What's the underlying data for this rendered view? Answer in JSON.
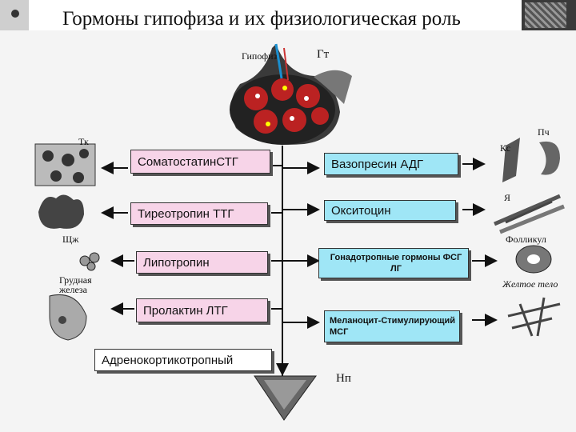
{
  "title": "Гормоны гипофиза и их физиологическая роль",
  "diagram": {
    "top_labels": {
      "hypophysis": "Гипофиз",
      "gt": "Гт"
    },
    "left_hormones": [
      {
        "label": "СоматостатинСТГ",
        "style": "pink"
      },
      {
        "label": "Тиреотропин ТТГ",
        "style": "pink"
      },
      {
        "label": "Липотропин",
        "style": "pink"
      },
      {
        "label": "Пролактин ЛТГ",
        "style": "pink"
      },
      {
        "label": "Адренокортикотропный",
        "style": "white"
      }
    ],
    "right_hormones": [
      {
        "label": "Вазопресин АДГ",
        "style": "blue"
      },
      {
        "label": "Окситоцин",
        "style": "blue"
      },
      {
        "label": "Гонадотропные гормоны ФСГ ЛГ",
        "style": "blue"
      },
      {
        "label": "Меланоцит-Стимулирующий МСГ",
        "style": "blue"
      }
    ],
    "captions": {
      "tk": "Тк",
      "shzh": "Щж",
      "breast": "Грудная железа",
      "pch": "Пч",
      "ks": "Кс",
      "ya": "Я",
      "follicle": "Фолликул",
      "corpus_luteum": "Желтое тело",
      "np": "Нп"
    }
  },
  "colors": {
    "left_box": "#f7d4e8",
    "right_box": "#9fe6f6",
    "lines": "#111111"
  }
}
